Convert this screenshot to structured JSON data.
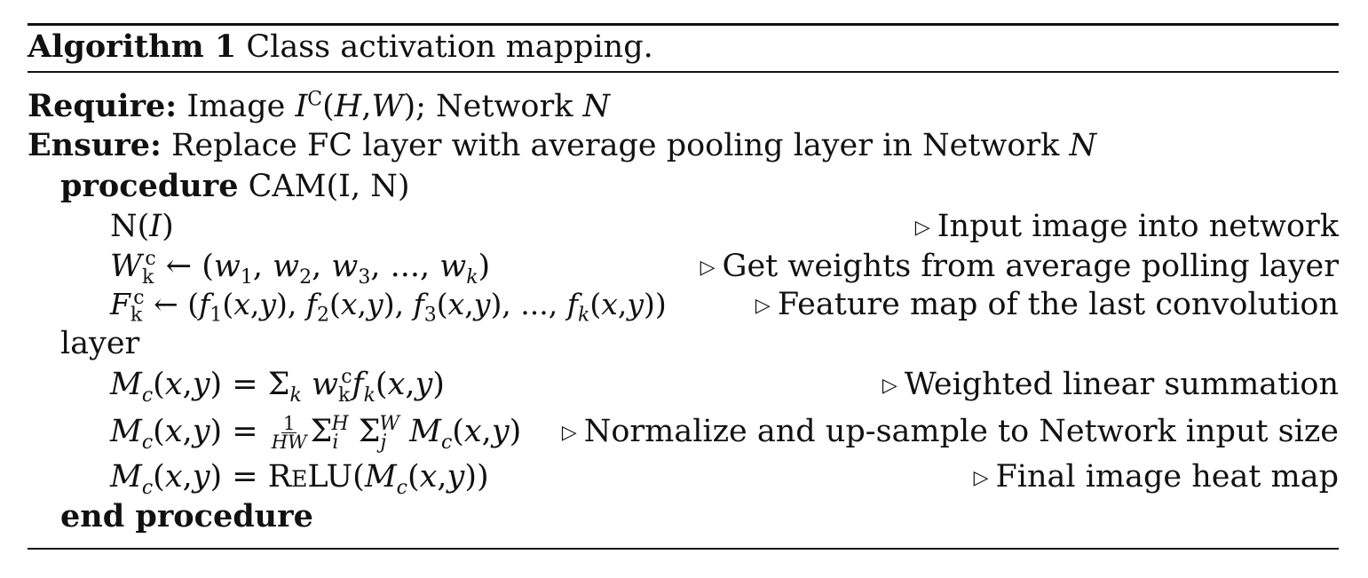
{
  "algorithm": {
    "label": "Algorithm 1",
    "title": "Class activation mapping.",
    "require_kw": "Require:",
    "require_text": "Image ",
    "require_math": "I^C(H,W); Network N",
    "ensure_kw": "Ensure:",
    "ensure_text": "Replace FC layer with average pooling layer in Network ",
    "ensure_var": "N",
    "procedure_kw": "procedure",
    "procedure_name": "CAM(I, N)",
    "end_kw": "end procedure",
    "steps": [
      {
        "math": "N(I)",
        "comment": "Input image into network"
      },
      {
        "math": "W_k^c ← (w_1, w_2, w_3, ..., w_k)",
        "comment": "Get weights from average polling layer"
      },
      {
        "math": "F_k^c ← (f_1(x,y), f_2(x,y), f_3(x,y), ..., f_k(x,y))",
        "comment": "Feature map of the last convolution",
        "wrap": "layer"
      },
      {
        "math": "M_c(x,y) = Σ_k w_k^c f_k(x,y)",
        "comment": "Weighted linear summation"
      },
      {
        "math": "M_c(x,y) = 1/HW Σ_i^H Σ_j^W M_c(x,y)",
        "comment": "Normalize and up-sample to Network input size"
      },
      {
        "math": "M_c(x,y) = ReLU(M_c(x,y))",
        "comment": "Final image heat map"
      }
    ]
  }
}
